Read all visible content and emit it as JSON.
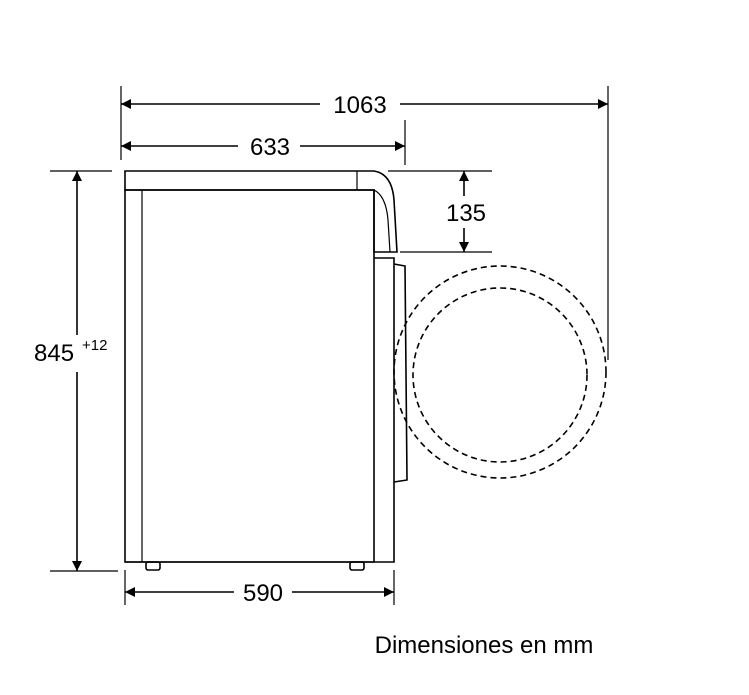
{
  "diagram": {
    "dimensions": {
      "total_depth_door_open": "1063",
      "depth": "633",
      "door_offset": "135",
      "height": "845",
      "height_tolerance": "+12",
      "depth_base": "590"
    },
    "caption": "Dimensiones en mm"
  }
}
